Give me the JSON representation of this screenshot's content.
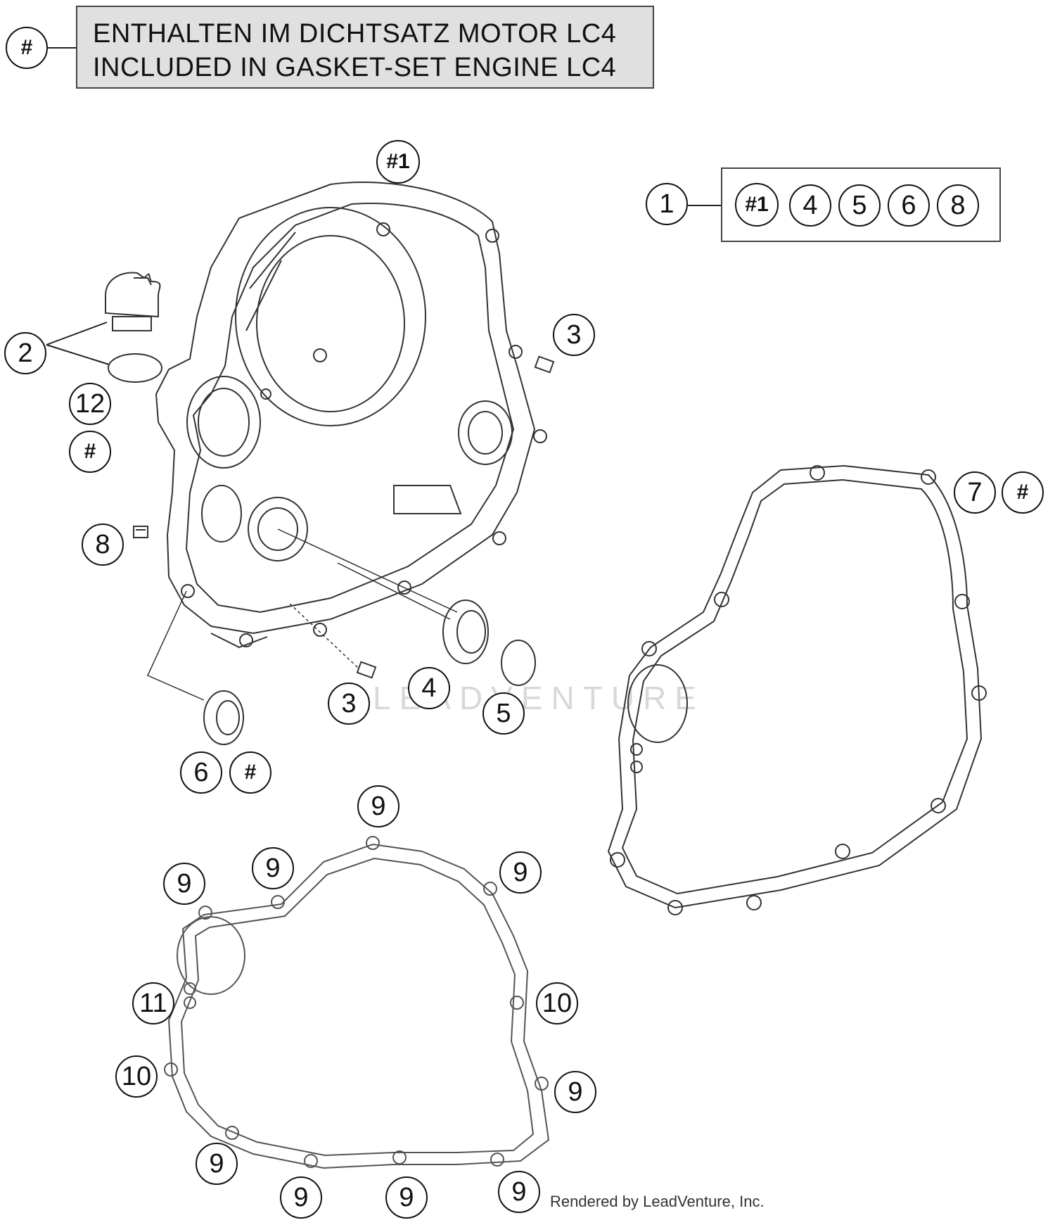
{
  "legend": {
    "line_de": "ENTHALTEN IM DICHTSATZ MOTOR LC4",
    "line_en": "INCLUDED IN GASKET-SET ENGINE LC4",
    "symbol": "#"
  },
  "callouts": {
    "hash_legend": "#",
    "cover": "#1",
    "kit_main": "1",
    "kit_hash1": "#1",
    "kit_4": "4",
    "kit_5": "5",
    "kit_6": "6",
    "kit_8": "8",
    "plug_2": "2",
    "oring_12": "12",
    "oring_hash": "#",
    "pin_3_top": "3",
    "screw_8": "8",
    "gasket_7": "7",
    "gasket_7_hash": "#",
    "pin_3_bottom": "3",
    "seal_4": "4",
    "oring_5": "5",
    "seal_6": "6",
    "seal_6_hash": "#",
    "g9_a": "9",
    "g9_b": "9",
    "g9_c": "9",
    "g9_d": "9",
    "g11": "11",
    "g10_right": "10",
    "g10_left": "10",
    "g9_e": "9",
    "g9_f": "9",
    "g9_g": "9",
    "g9_h": "9",
    "g9_i": "9"
  },
  "watermark": "LEADVENTURE",
  "credit": "Rendered by LeadVenture, Inc."
}
